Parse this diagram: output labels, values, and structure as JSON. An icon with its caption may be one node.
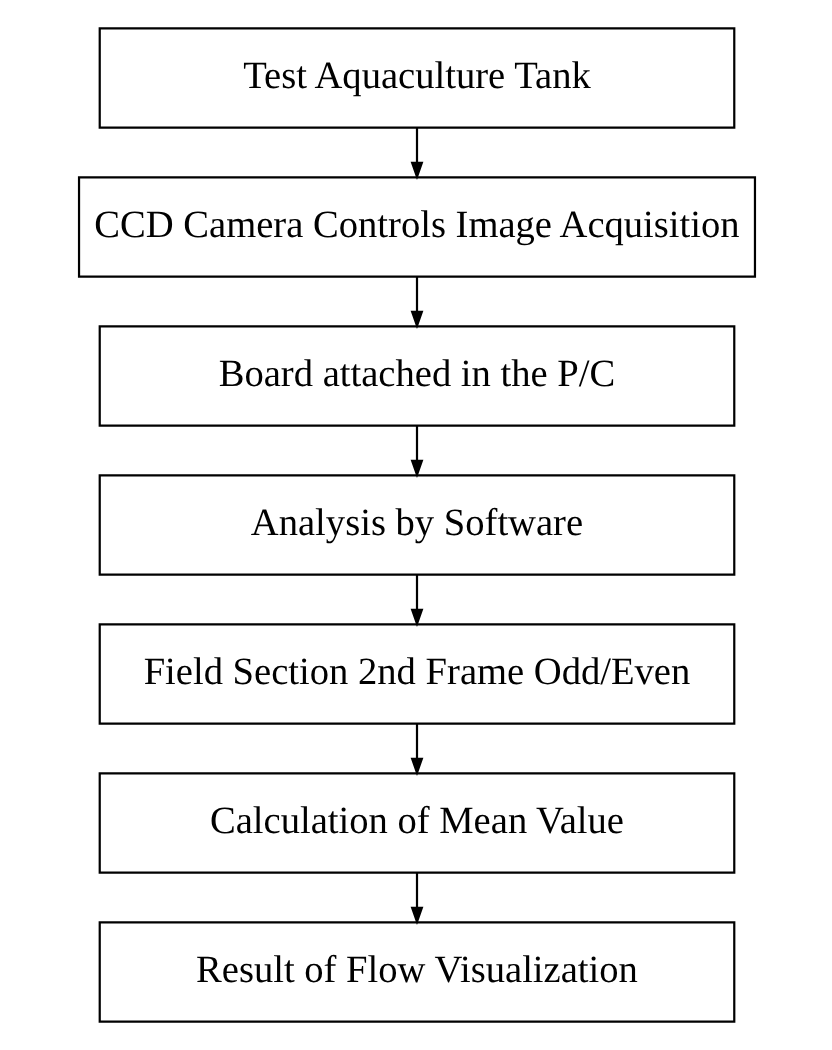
{
  "diagram": {
    "nodes": [
      {
        "text": [
          "Test Aquaculture Tank"
        ]
      },
      {
        "text": [
          "CCD Camera Controls Image Acquisition"
        ]
      },
      {
        "text": [
          "Board attached in the P/C"
        ]
      },
      {
        "text": [
          "Analysis by Software"
        ]
      },
      {
        "text": [
          "Field Section 2nd Frame Odd/Even"
        ]
      },
      {
        "text": [
          "Calculation of Mean Value"
        ]
      },
      {
        "text": [
          "Result of Flow Visualization"
        ]
      }
    ],
    "edges": [
      {
        "from": 0,
        "to": 1,
        "arrow": "to"
      },
      {
        "from": 1,
        "to": 2,
        "arrow": "to"
      },
      {
        "from": 2,
        "to": 3,
        "arrow": "to"
      },
      {
        "from": 3,
        "to": 4,
        "arrow": "to"
      },
      {
        "from": 4,
        "to": 5,
        "arrow": "to"
      },
      {
        "from": 5,
        "to": 6,
        "arrow": "to"
      }
    ]
  }
}
